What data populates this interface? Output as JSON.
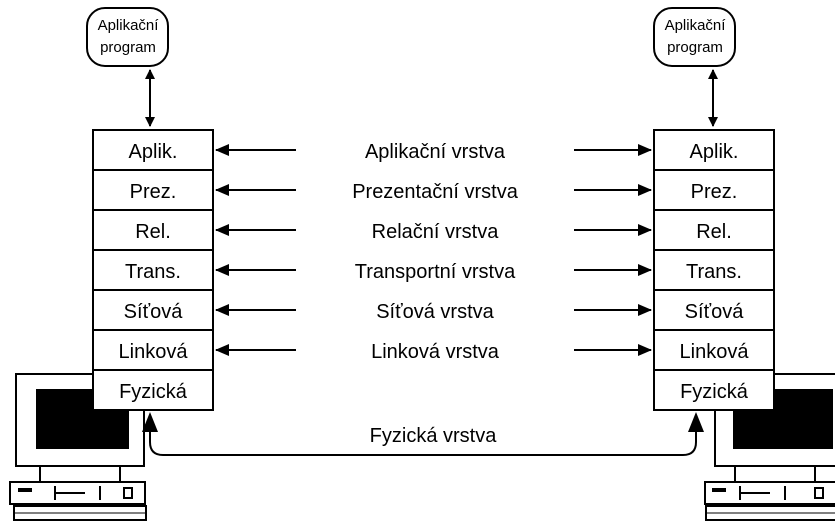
{
  "left_stack": {
    "app_program": [
      "Aplikační",
      "program"
    ],
    "layers": [
      "Aplik.",
      "Prez.",
      "Rel.",
      "Trans.",
      "Síťová",
      "Linková",
      "Fyzická"
    ]
  },
  "right_stack": {
    "app_program": [
      "Aplikační",
      "program"
    ],
    "layers": [
      "Aplik.",
      "Prez.",
      "Rel.",
      "Trans.",
      "Síťová",
      "Linková",
      "Fyzická"
    ]
  },
  "peer_layers": [
    "Aplikační vrstva",
    "Prezentační vrstva",
    "Relační vrstva",
    "Transportní vrstva",
    "Síťová vrstva",
    "Linková vrstva"
  ],
  "physical_link": "Fyzická vrstva"
}
